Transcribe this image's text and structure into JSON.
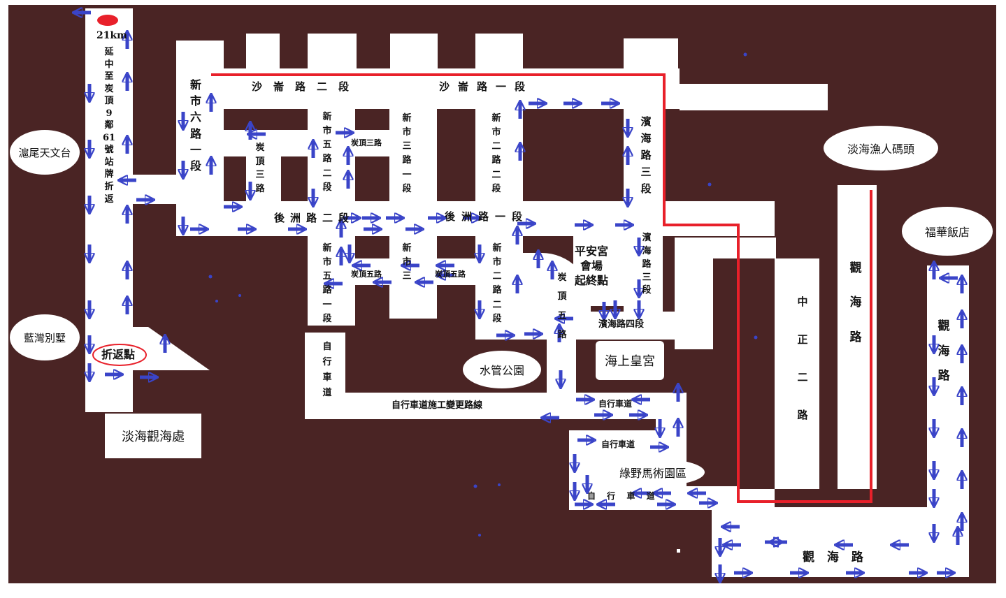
{
  "colors": {
    "background": "#4a2424",
    "road": "#ffffff",
    "route_line": "#e8202a",
    "arrow": "#3a44c8",
    "marker": "#e8202a"
  },
  "roads": {
    "shaqi_2": "沙崙路二段",
    "shaqi_1": "沙崙路一段",
    "binhai_3_top": "濱海路三段",
    "binhai_3_mid": "濱海路三段",
    "binhai_4": "濱海路四段",
    "houzhou_2": "後洲路二段",
    "houzhou_1": "後洲路一段",
    "xinshi_6_1": "新市六路一段",
    "xinshi_5_2": "新市五路二段",
    "xinshi_5_1": "新市五路一段",
    "xinshi_3_1": "新市三路一段",
    "xinshi_3": "新市三",
    "xinshi_2_2_top": "新市二路二段",
    "xinshi_2_2_bot": "新市二路二段",
    "tanding_3_road": "炭頂三路",
    "tanding_3_road_h": "炭頂三路",
    "tanding_5_a": "炭頂五路",
    "tanding_5_b": "炭頂五路",
    "tanding_5_v": "炭頂五路",
    "zhongzheng_2": "中正二路",
    "guanhai_v1": "觀海路",
    "guanhai_v2": "觀海路",
    "guanhai_h": "觀 海 路",
    "bike_v": "自行車道",
    "bike_detour": "自行車道施工變更路線",
    "bike_1": "自行車道",
    "bike_2": "自行車道",
    "bike_3": "自 行 車 道"
  },
  "notes": {
    "km": "21km",
    "extend": "延中至炭頂9鄰61號站牌折返",
    "turnaround": "折返點",
    "venue": "平安宮\n會場\n起終點"
  },
  "places": {
    "observatory": "滬尾天文台",
    "lanwan": "藍灣別墅",
    "tanhai_view": "淡海觀海處",
    "fisherman_wharf": "淡海漁人碼頭",
    "fuhua": "福華飯店",
    "water_park": "水管公園",
    "sea_palace": "海上皇宮",
    "lvye": "綠野馬術園區"
  }
}
